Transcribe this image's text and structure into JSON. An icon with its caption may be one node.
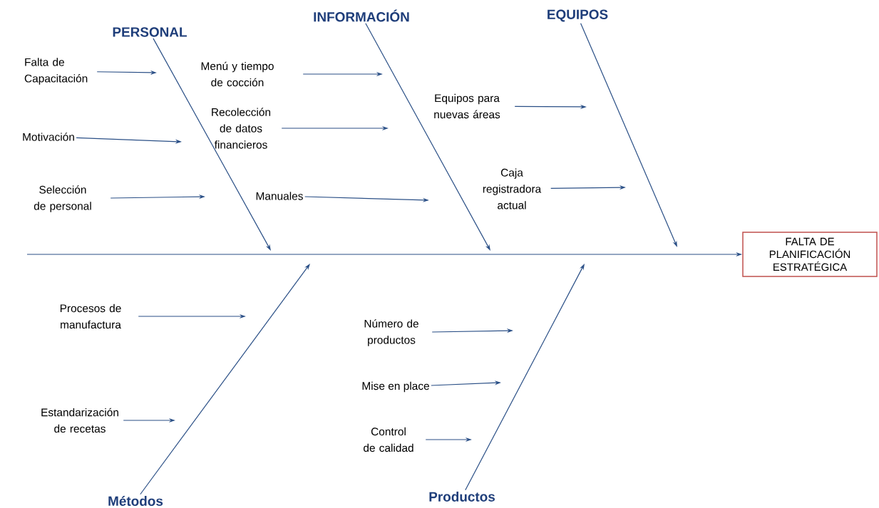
{
  "diagram": {
    "nodes": [
      {
        "text": [
          "PERSONAL"
        ]
      },
      {
        "text": [
          "Falta de Capacitación"
        ]
      },
      {
        "text": [
          "Motivación"
        ]
      },
      {
        "text": [
          "Selección de personal"
        ]
      },
      {
        "text": [
          "INFORMACIÓN"
        ]
      },
      {
        "text": [
          "Menú y tiempo de cocción"
        ]
      },
      {
        "text": [
          "Recolección de datos financieros"
        ]
      },
      {
        "text": [
          "Manuales"
        ]
      },
      {
        "text": [
          "EQUIPOS"
        ]
      },
      {
        "text": [
          "Equipos para nuevas áreas"
        ]
      },
      {
        "text": [
          "Caja registradora actual"
        ]
      },
      {
        "text": [
          "FALTA DE PLANIFICACIÓN ESTRATÉGICA"
        ]
      },
      {
        "text": [
          "Procesos de manufactura"
        ]
      },
      {
        "text": [
          "Estandarización de recetas"
        ]
      },
      {
        "text": [
          "Métodos"
        ]
      },
      {
        "text": [
          "Número de productos"
        ]
      },
      {
        "text": [
          "Mise en place"
        ]
      },
      {
        "text": [
          "Control de calidad"
        ]
      },
      {
        "text": [
          "Productos"
        ]
      }
    ],
    "edges": [
      {
        "from": null,
        "to": 11,
        "arrow": "to"
      },
      {
        "from": 0,
        "to": null,
        "arrow": "to"
      },
      {
        "from": 4,
        "to": null,
        "arrow": "to"
      },
      {
        "from": 8,
        "to": null,
        "arrow": "to"
      },
      {
        "from": 14,
        "to": null,
        "arrow": "to"
      },
      {
        "from": 18,
        "to": null,
        "arrow": "to"
      },
      {
        "from": 1,
        "to": null,
        "arrow": "to"
      },
      {
        "from": 2,
        "to": null,
        "arrow": "to"
      },
      {
        "from": 3,
        "to": null,
        "arrow": "to"
      },
      {
        "from": 5,
        "to": null,
        "arrow": "to"
      },
      {
        "from": 6,
        "to": null,
        "arrow": "to"
      },
      {
        "from": 7,
        "to": null,
        "arrow": "to"
      },
      {
        "from": 9,
        "to": null,
        "arrow": "to"
      },
      {
        "from": 10,
        "to": null,
        "arrow": "to"
      },
      {
        "from": 12,
        "to": null,
        "arrow": "to"
      },
      {
        "from": 13,
        "to": null,
        "arrow": "to"
      },
      {
        "from": 15,
        "to": null,
        "arrow": "to"
      },
      {
        "from": 16,
        "to": null,
        "arrow": "to"
      },
      {
        "from": 17,
        "to": null,
        "arrow": "to"
      }
    ]
  }
}
